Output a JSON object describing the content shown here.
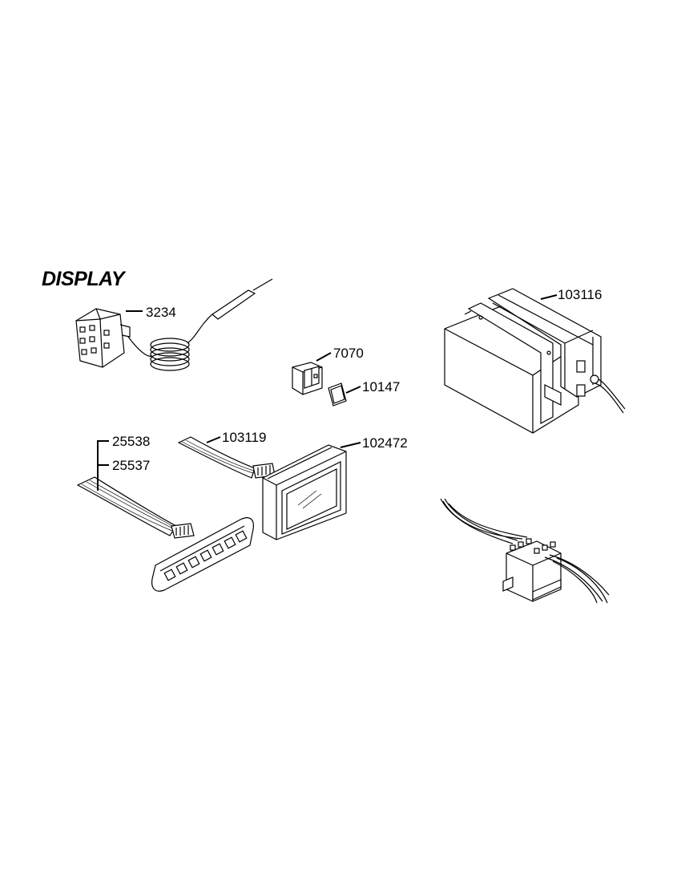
{
  "title": "DISPLAY",
  "callouts": {
    "thermostat": "3234",
    "rocker_switch": "7070",
    "switch_cover": "10147",
    "ribbon_cable_a": "25538",
    "ribbon_cable_b": "25537",
    "display_cable": "103119",
    "display_panel": "102472",
    "transformer": "103116"
  }
}
